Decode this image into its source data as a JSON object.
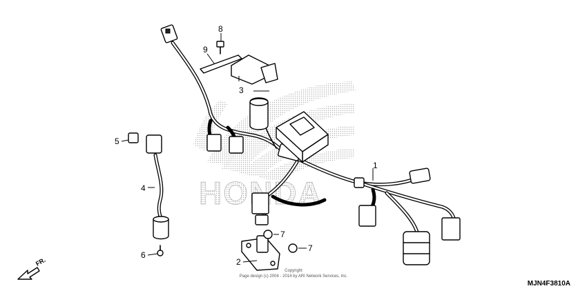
{
  "diagram": {
    "callouts": [
      {
        "id": "c1",
        "label": "1"
      },
      {
        "id": "c2",
        "label": "2"
      },
      {
        "id": "c3",
        "label": "3"
      },
      {
        "id": "c4",
        "label": "4"
      },
      {
        "id": "c5",
        "label": "5"
      },
      {
        "id": "c6",
        "label": "6"
      },
      {
        "id": "c7a",
        "label": "7"
      },
      {
        "id": "c7b",
        "label": "7"
      },
      {
        "id": "c8",
        "label": "8"
      },
      {
        "id": "c9",
        "label": "9"
      }
    ],
    "watermark": "HONDA",
    "direction_label": "FR.",
    "copyright_line1": "Copyright",
    "copyright_line2": "Page design (c) 2004 - 2014 by ARI Network Services, Inc.",
    "diagram_code": "MJN4F3810A",
    "colors": {
      "ink": "#000000",
      "watermark": "#b8b8b8",
      "background": "#ffffff"
    }
  }
}
